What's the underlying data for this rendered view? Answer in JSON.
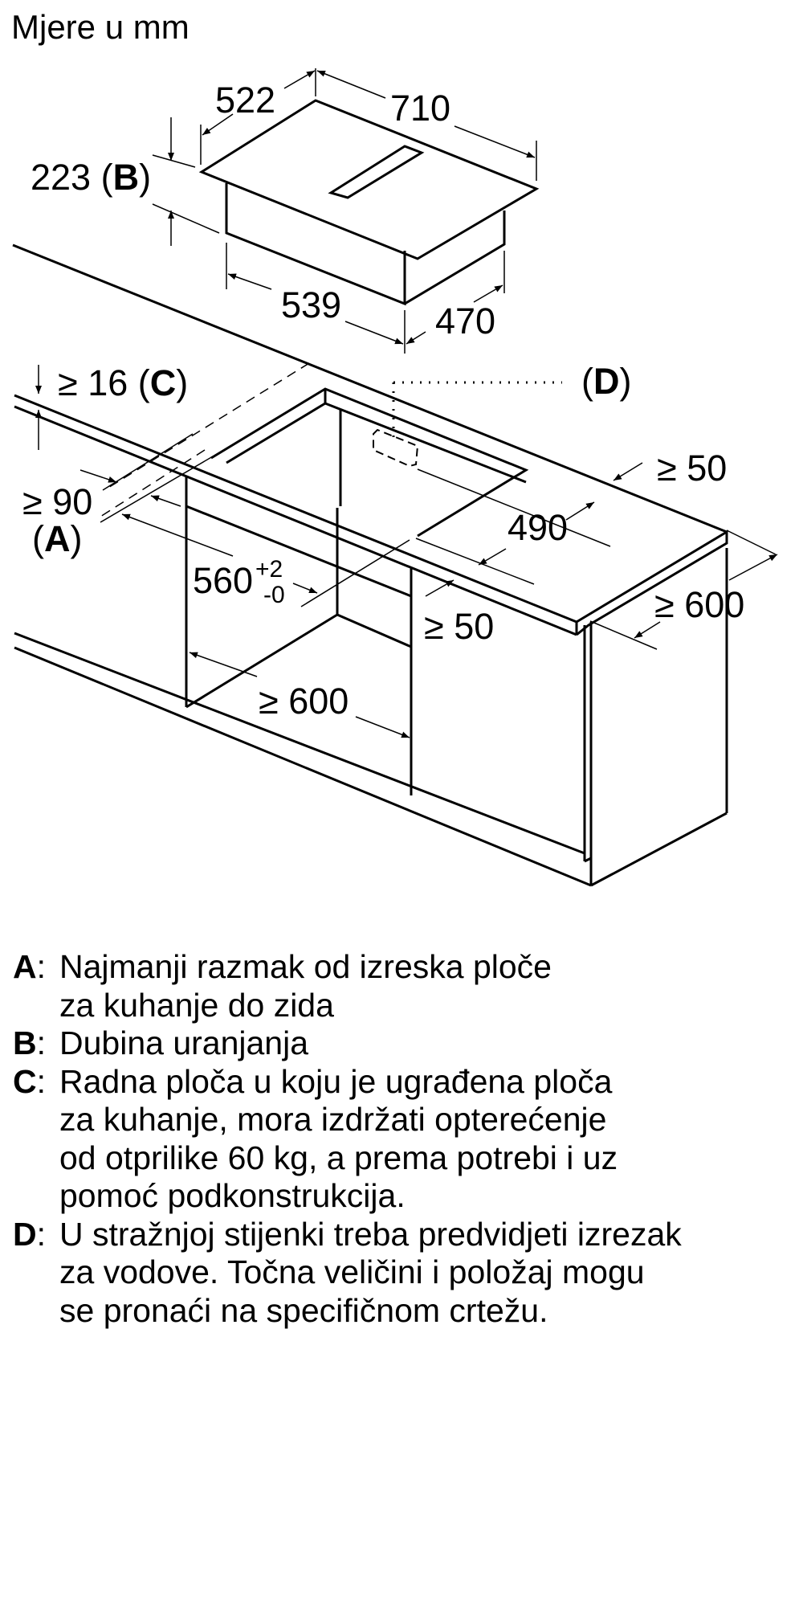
{
  "title": "Mjere u mm",
  "diagram": {
    "hob": {
      "width": "710",
      "depth": "522",
      "height_label": "223",
      "height_ref": "B",
      "body_width": "539",
      "body_depth": "470"
    },
    "cutout": {
      "worktop_thickness_prefix": "≥ 16",
      "worktop_thickness_ref": "C",
      "wall_distance_prefix": "≥ 90",
      "wall_distance_ref": "A",
      "cutout_width_main": "560",
      "cutout_tol_plus": "+2",
      "cutout_tol_minus": "-0",
      "cutout_depth": "490",
      "front_distance": "≥ 50",
      "back_distance": "≥ 50",
      "cabinet_width": "≥ 600",
      "worktop_depth": "≥ 600",
      "duct_ref": "D"
    }
  },
  "legend": [
    {
      "key": "A",
      "text": "Najmanji razmak od izreska ploče\nza kuhanje do zida"
    },
    {
      "key": "B",
      "text": "Dubina uranjanja"
    },
    {
      "key": "C",
      "text": "Radna ploča u koju je ugrađena ploča\nza kuhanje, mora izdržati opterećenje\nod otprilike 60 kg, a prema potrebi i uz\npomoć podkonstrukcija."
    },
    {
      "key": "D",
      "text": "U stražnjoj stijenki treba predvidjeti izrezak\nza vodove. Točna veličini i položaj mogu\nse pronaći na specifičnom crtežu."
    }
  ]
}
